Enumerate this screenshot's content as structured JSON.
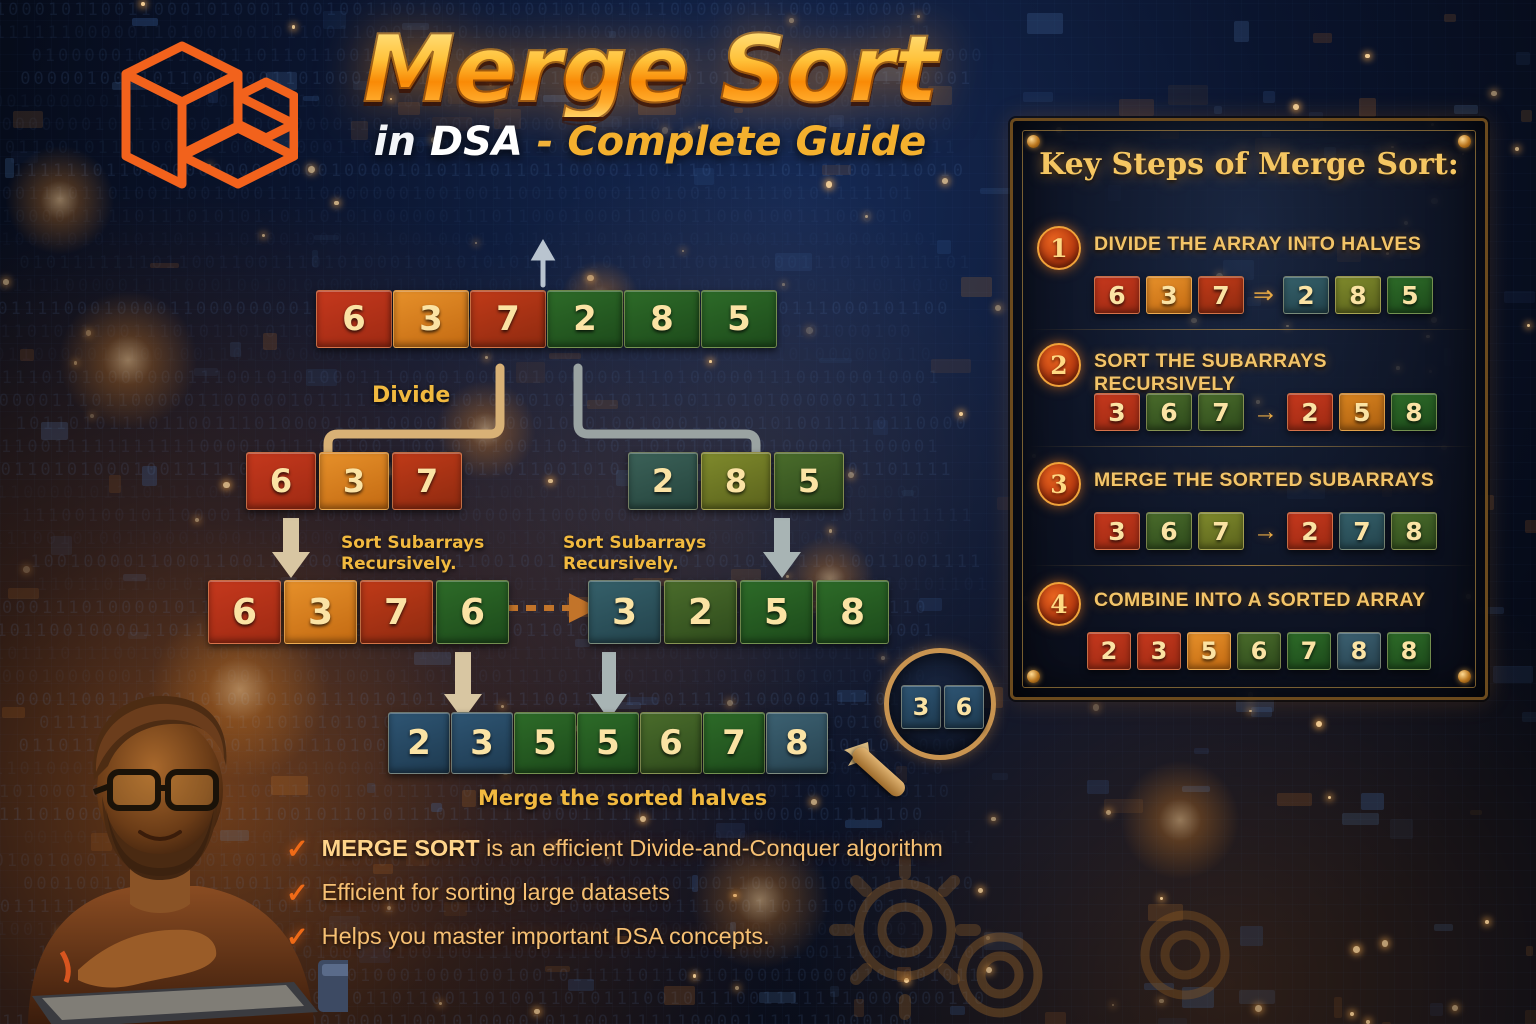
{
  "brand": {
    "logo_icon": "isometric-blocks-logo"
  },
  "header": {
    "title": "Merge Sort",
    "subtitle_in": "in",
    "subtitle_dsa": "DSA",
    "subtitle_dash": "-",
    "subtitle_guide": "Complete Guide"
  },
  "diagram": {
    "level1": {
      "values": [
        "6",
        "3",
        "7",
        "2",
        "8",
        "5"
      ],
      "colors": [
        "c-red",
        "c-orange",
        "c-red2",
        "c-green",
        "c-green",
        "c-green"
      ]
    },
    "divide_label": "Divide",
    "level2_left": {
      "values": [
        "6",
        "3",
        "7"
      ],
      "colors": [
        "c-red",
        "c-orange",
        "c-red2"
      ]
    },
    "level2_right": {
      "values": [
        "2",
        "8",
        "5"
      ],
      "colors": [
        "c-teal2",
        "c-olive",
        "c-green2"
      ]
    },
    "sort_label_left_line1": "Sort Subarrays",
    "sort_label_left_line2": "Recursively.",
    "sort_label_right_line1": "Sort Subarrays",
    "sort_label_right_line2": "Recursively.",
    "level3_left": {
      "values": [
        "6",
        "3",
        "7",
        "6"
      ],
      "colors": [
        "c-red",
        "c-orange",
        "c-red2",
        "c-green"
      ]
    },
    "level3_right": {
      "values": [
        "3",
        "2",
        "5",
        "8"
      ],
      "colors": [
        "c-teal",
        "c-green2",
        "c-green",
        "c-green"
      ]
    },
    "final": {
      "values": [
        "2",
        "3",
        "5",
        "5",
        "6",
        "7",
        "8"
      ],
      "colors": [
        "c-blue",
        "c-blue",
        "c-green",
        "c-green",
        "c-green2",
        "c-green",
        "c-steel"
      ]
    },
    "merge_label": "Merge the sorted halves",
    "magnifier": {
      "values": [
        "3",
        "6"
      ]
    }
  },
  "panel": {
    "title": "Key Steps of Merge Sort:",
    "steps": [
      {
        "num": "1",
        "text": "DIVIDE THE ARRAY INTO HALVES",
        "left": {
          "values": [
            "6",
            "3",
            "7"
          ],
          "colors": [
            "c-red",
            "c-orange",
            "c-red2"
          ]
        },
        "arrow": "⇒",
        "right": {
          "values": [
            "2",
            "8",
            "5"
          ],
          "colors": [
            "c-teal",
            "c-olive",
            "c-green"
          ]
        }
      },
      {
        "num": "2",
        "text": "SORT THE SUBARRAYS RECURSIVELY",
        "left": {
          "values": [
            "3",
            "6",
            "7"
          ],
          "colors": [
            "c-red",
            "c-green2",
            "c-green2"
          ]
        },
        "arrow": "→",
        "right": {
          "values": [
            "2",
            "5",
            "8"
          ],
          "colors": [
            "c-red",
            "c-orange2",
            "c-green"
          ]
        }
      },
      {
        "num": "3",
        "text": "MERGE THE SORTED SUBARRAYS",
        "left": {
          "values": [
            "3",
            "6",
            "7"
          ],
          "colors": [
            "c-red",
            "c-green2",
            "c-olive"
          ]
        },
        "arrow": "→",
        "right": {
          "values": [
            "2",
            "7",
            "8"
          ],
          "colors": [
            "c-red",
            "c-teal",
            "c-green2"
          ]
        }
      },
      {
        "num": "4",
        "text": "COMBINE INTO A SORTED ARRAY",
        "left": {
          "values": [
            "2",
            "3",
            "5",
            "6",
            "7",
            "8",
            "8"
          ],
          "colors": [
            "c-red",
            "c-red",
            "c-orange",
            "c-green2",
            "c-green",
            "c-steel",
            "c-green"
          ]
        },
        "arrow": "",
        "right": {
          "values": [],
          "colors": []
        }
      }
    ]
  },
  "bullets": [
    {
      "strong": "MERGE SORT",
      "rest": " is an efficient Divide-and-Conquer algorithm"
    },
    {
      "strong": "",
      "rest": "Efficient for sorting large datasets"
    },
    {
      "strong": "",
      "rest": "Helps you master important DSA concepts."
    }
  ],
  "colors": {
    "accent_orange": "#f0971f",
    "title_gold": "#ffc23a",
    "panel_border": "#6b4a1d",
    "text_gold": "#f3c468",
    "bg_deep": "#060a16"
  }
}
